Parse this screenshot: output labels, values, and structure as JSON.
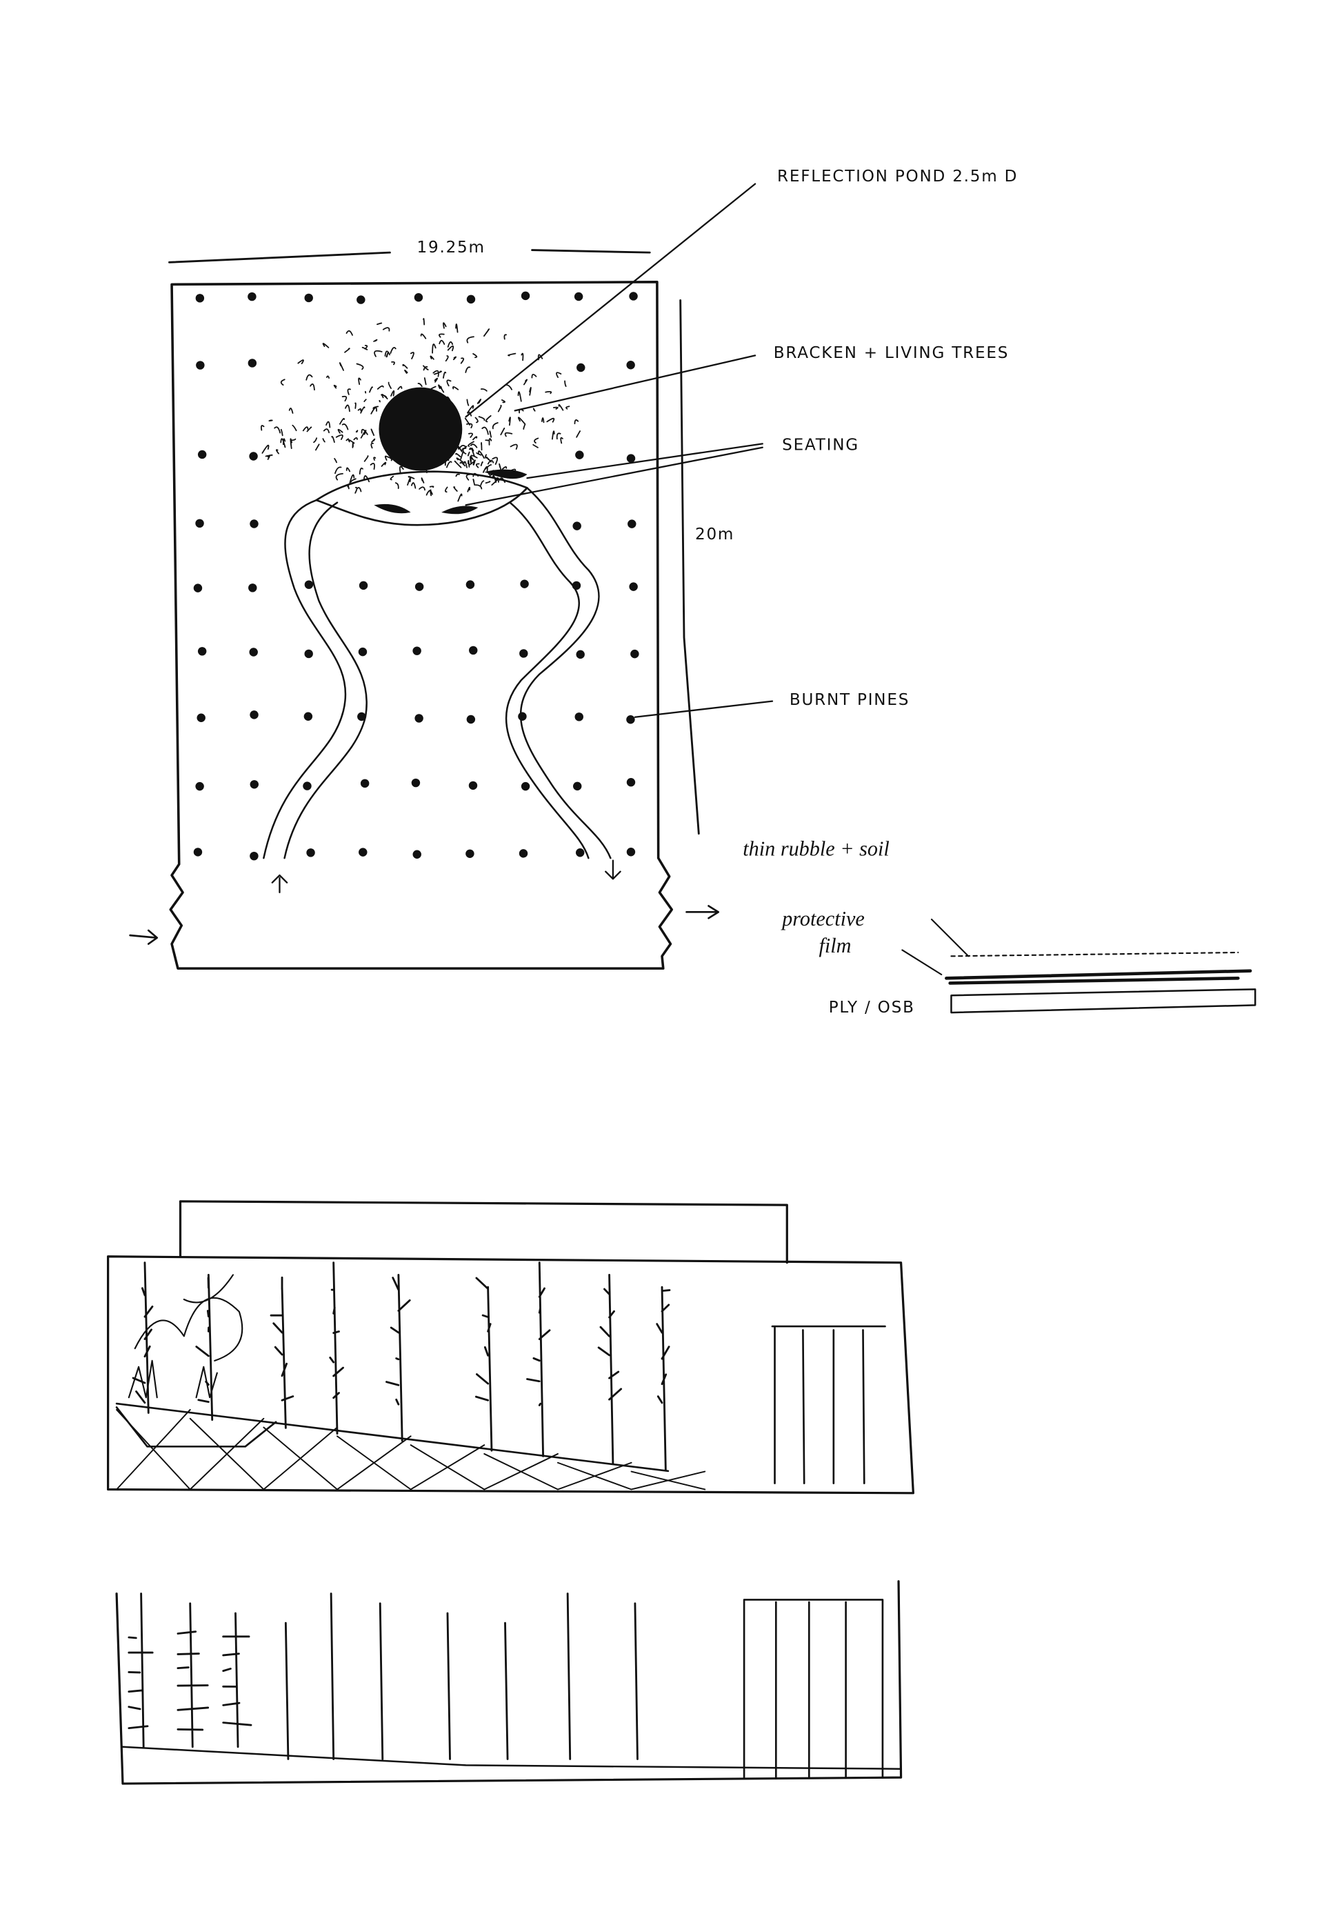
{
  "plan": {
    "width_dimension": "19.25m",
    "depth_dimension": "20m",
    "labels": {
      "pond": "REFLECTION POND 2.5m D",
      "bracken": "BRACKEN + LIVING TREES",
      "seating": "SEATING",
      "pines": "BURNT PINES"
    }
  },
  "build_up": {
    "layer_top": "thin rubble + soil",
    "layer_mid_1": "protective",
    "layer_mid_2": "film",
    "layer_base": "PLY / OSB"
  },
  "colors": {
    "ink": "#111111",
    "paper": "#ffffff"
  }
}
